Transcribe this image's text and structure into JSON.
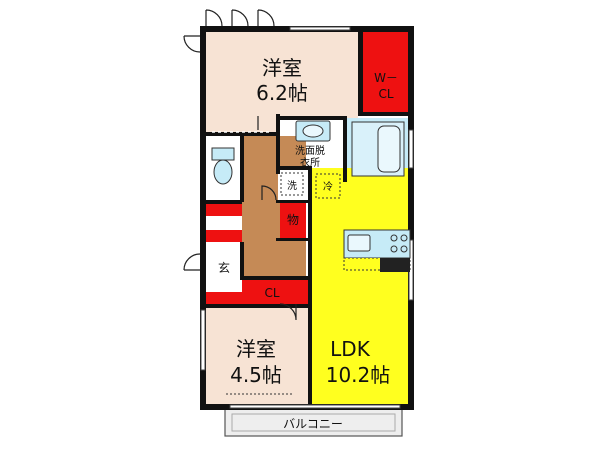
{
  "rooms": {
    "western_room_1": {
      "name": "洋室",
      "size": "6.2帖"
    },
    "walk_in_closet": {
      "line1": "W－",
      "line2": "CL"
    },
    "washroom": {
      "line1": "洗面脱",
      "line2": "衣所"
    },
    "washer_space": "洗",
    "fridge_space": "冷",
    "storage": "物",
    "entrance": "玄",
    "closet": "CL",
    "western_room_2": {
      "name": "洋室",
      "size": "4.5帖"
    },
    "ldk": {
      "name": "LDK",
      "size": "10.2帖"
    },
    "balcony": "バルコニー"
  },
  "colors": {
    "wall": "#111111",
    "western_room": "#f7e3d4",
    "ldk": "#ffff1f",
    "hallway": "#c58a56",
    "storage_red": "#ee1111",
    "wet_area": "#c6ebf7",
    "balcony": "#eeeeee"
  }
}
